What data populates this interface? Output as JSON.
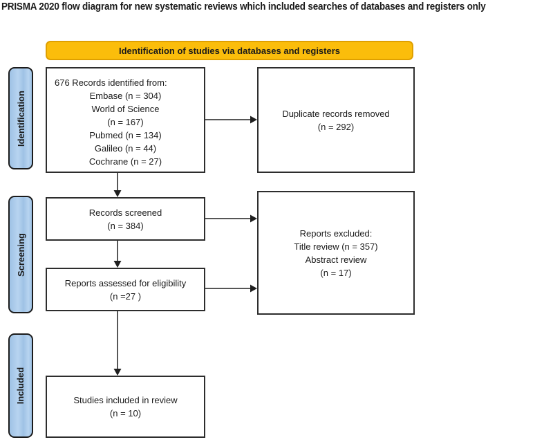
{
  "page_title": "PRISMA 2020 flow diagram for new systematic reviews which included searches of databases and registers only",
  "banner": {
    "label": "Identification of studies via databases and registers"
  },
  "stages": [
    {
      "label": "Identification"
    },
    {
      "label": "Screening"
    },
    {
      "label": "Included"
    }
  ],
  "boxes": {
    "records_identified": {
      "lead": "676 Records identified from:",
      "sources": [
        "Embase (n = 304)",
        "World of Science",
        "(n = 167)",
        "Pubmed (n = 134)",
        "Galileo (n = 44)",
        "Cochrane (n = 27)"
      ]
    },
    "duplicates_removed": {
      "lines": [
        "Duplicate records removed",
        "(n = 292)"
      ]
    },
    "records_screened": {
      "lines": [
        "Records screened",
        "(n = 384)"
      ]
    },
    "reports_excluded": {
      "lines": [
        "Reports excluded:",
        "Title review (n = 357)",
        "Abstract review",
        "(n = 17)"
      ]
    },
    "reports_assessed": {
      "lines": [
        "Reports assessed for eligibility",
        "(n =27 )"
      ]
    },
    "studies_included": {
      "lines": [
        "Studies included in review",
        "(n = 10)"
      ]
    }
  },
  "colors": {
    "banner_fill": "#FBBD0B",
    "banner_border": "#DFA000",
    "stage_fill_a": "#9FC2E5",
    "stage_fill_b": "#B7D4F0",
    "stage_border": "#1B1B1B",
    "box_border": "#2D2D2D",
    "arrow": "#1F1F1F",
    "ink": "#1A1A1A"
  }
}
